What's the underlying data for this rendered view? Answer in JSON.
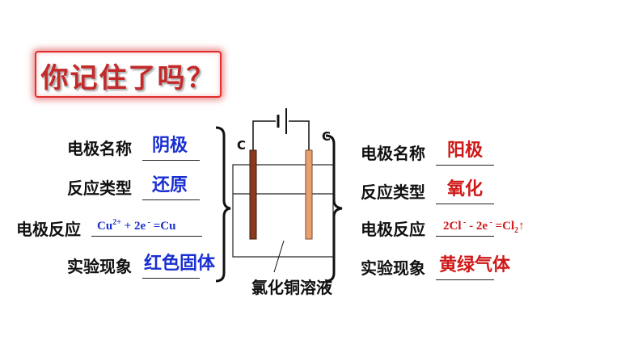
{
  "title": "你记住了吗？",
  "electrode_letters": {
    "left": "C",
    "right": "C"
  },
  "solution_label": "氯化铜溶液",
  "left_panel": {
    "rows": [
      {
        "label": "电极名称",
        "answer": "阴极"
      },
      {
        "label": "反应类型",
        "answer": "还原"
      },
      {
        "label": "电极反应",
        "equation": {
          "part1": "Cu",
          "sup1": "2+",
          "part2": " + 2e",
          "sup2": " -",
          "part3": " =Cu"
        }
      },
      {
        "label": "实验现象",
        "answer": "红色固体"
      }
    ]
  },
  "right_panel": {
    "rows": [
      {
        "label": "电极名称",
        "answer": "阳极"
      },
      {
        "label": "反应类型",
        "answer": "氧化"
      },
      {
        "label": "电极反应",
        "equation": {
          "part1": "2Cl",
          "sup1": " -",
          "part2": "  - 2e",
          "sup2": " -",
          "part3": " =Cl",
          "sub3": "2",
          "part4": "↑"
        }
      },
      {
        "label": "实验现象",
        "answer": "黄绿气体"
      }
    ]
  },
  "colors": {
    "answer_left": "#1a2fd0",
    "answer_right": "#d01818",
    "title_red": "#c42a2a",
    "cathode": "#8b3a1e",
    "anode": "#e9a070"
  }
}
